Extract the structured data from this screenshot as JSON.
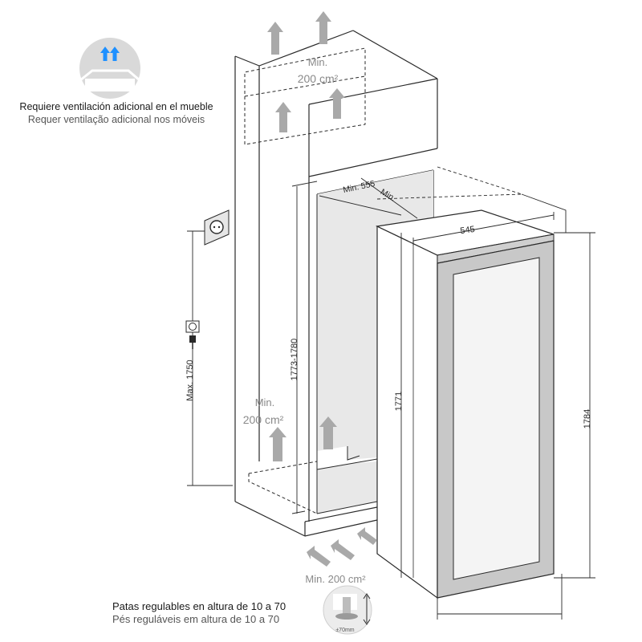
{
  "ventilation_note": {
    "es": "Requiere ventilación adicional en el mueble",
    "pt": "Requer ventilação adicional nos móveis"
  },
  "legs_note": {
    "es": "Patas regulables en altura de 10 a 70",
    "pt": "Pés reguláveis em altura de 10 a 70"
  },
  "labels": {
    "top_vent_min": "Min.",
    "top_vent_area": "200 cm²",
    "mid_vent_min": "Min.",
    "mid_vent_area": "200 cm²",
    "bottom_vent": "Min. 200 cm²",
    "niche_depth": "Min. 555",
    "niche_depth_min": "Min.",
    "appliance_width": "545",
    "niche_height": "1773-1780",
    "socket_height": "Max. 1750",
    "appliance_body_height": "1771",
    "appliance_total_height": "1784",
    "leg_range": "±70mm"
  },
  "colors": {
    "line": "#2a2a2a",
    "arrow_fill": "#a9a9a9",
    "niche_fill": "#e8e8e8",
    "vent_circle": "#d9d9d9",
    "vent_arrow": "#1e90ff"
  },
  "icons": [
    "ventilation-icon",
    "socket-icon",
    "plug-socket-icon",
    "leg-adjust-icon",
    "air-arrow-icon"
  ]
}
